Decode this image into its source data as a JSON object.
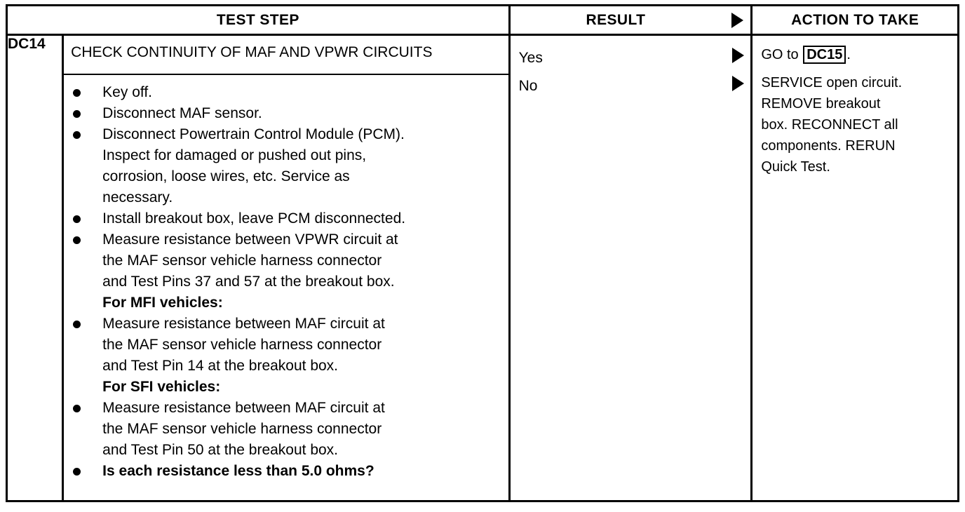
{
  "table": {
    "headers": {
      "test_step": "TEST STEP",
      "result": "RESULT",
      "action": "ACTION TO TAKE",
      "result_arrow_icon": "triangle-right-icon"
    },
    "step": {
      "id": "DC14",
      "title": "CHECK CONTINUITY OF MAF AND VPWR CIRCUITS",
      "items": [
        {
          "kind": "bullet",
          "bold": false,
          "lines": [
            "Key off."
          ]
        },
        {
          "kind": "bullet",
          "bold": false,
          "lines": [
            "Disconnect MAF sensor."
          ]
        },
        {
          "kind": "bullet",
          "bold": false,
          "lines": [
            "Disconnect Powertrain Control Module (PCM).",
            "Inspect for damaged or pushed out pins,",
            "corrosion, loose wires, etc. Service as",
            "necessary."
          ]
        },
        {
          "kind": "bullet",
          "bold": false,
          "lines": [
            "Install breakout box, leave PCM disconnected."
          ]
        },
        {
          "kind": "bullet",
          "bold": false,
          "lines": [
            "Measure resistance between VPWR circuit at",
            "the MAF sensor vehicle harness connector",
            "and Test Pins 37 and 57 at the breakout box."
          ]
        },
        {
          "kind": "subhead",
          "bold": true,
          "lines": [
            "For MFI vehicles:"
          ]
        },
        {
          "kind": "bullet",
          "bold": false,
          "lines": [
            "Measure resistance between MAF circuit at",
            "the MAF sensor vehicle harness connector",
            "and Test Pin 14 at the breakout box."
          ]
        },
        {
          "kind": "subhead",
          "bold": true,
          "lines": [
            "For SFI vehicles:"
          ]
        },
        {
          "kind": "bullet",
          "bold": false,
          "lines": [
            "Measure resistance between MAF circuit at",
            "the MAF sensor vehicle harness connector",
            "and Test Pin 50 at the breakout box."
          ]
        },
        {
          "kind": "bullet",
          "bold": true,
          "lines": [
            "Is each resistance less than 5.0 ohms?"
          ]
        }
      ]
    },
    "results": [
      {
        "label": "Yes",
        "arrow_icon": "triangle-right-icon"
      },
      {
        "label": "No",
        "arrow_icon": "triangle-right-icon"
      }
    ],
    "actions": [
      {
        "for_result": "Yes",
        "segments": [
          {
            "text": "GO to ",
            "box": false
          },
          {
            "text": "DC15",
            "box": true
          },
          {
            "text": ".",
            "box": false
          }
        ]
      },
      {
        "for_result": "No",
        "lines": [
          "SERVICE open circuit.",
          "REMOVE breakout",
          "box. RECONNECT all",
          "components. RERUN",
          "Quick Test."
        ]
      }
    ]
  },
  "colors": {
    "ink": "#000000",
    "paper": "#ffffff"
  }
}
